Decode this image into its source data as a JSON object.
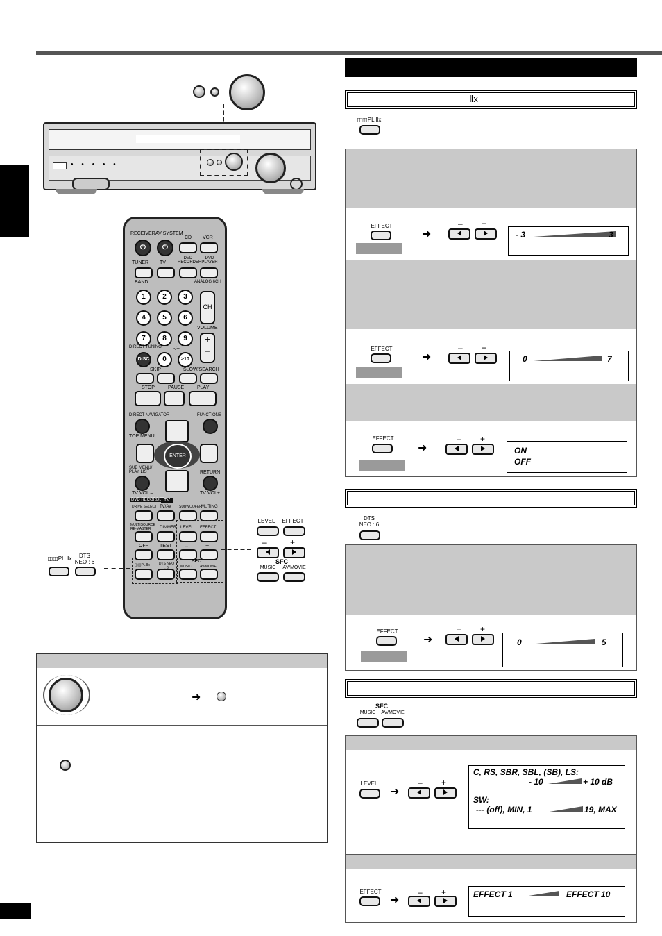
{
  "header": {
    "pl2x_title_suffix": "Ⅱx"
  },
  "buttons": {
    "pl2x": "◫◫PL Ⅱx",
    "dts_line1": "DTS",
    "dts_line2": "NEO : 6",
    "effect": "EFFECT",
    "level": "LEVEL",
    "sfc": "SFC",
    "music": "MUSIC",
    "av_movie": "AV/MOVIE",
    "minus": "–",
    "plus": "+"
  },
  "arrow": "➜",
  "pl2x_displays": [
    {
      "left": "- 3",
      "right": "3"
    },
    {
      "left": "0",
      "right": "7"
    },
    {
      "line1": "ON",
      "line2": "OFF"
    }
  ],
  "dts_display": {
    "left": "0",
    "right": "5"
  },
  "sfc_level_display": {
    "line1": "C, RS, SBR, SBL, (SB), LS:",
    "line2_left": "- 10",
    "line2_right": "+ 10 dB",
    "line3": "SW:",
    "line4_left": "--- (off), MIN, 1",
    "line4_right": "19, MAX"
  },
  "sfc_effect_display": {
    "left": "EFFECT 1",
    "right": "EFFECT 10"
  },
  "remote": {
    "receiver": "RECEIVER",
    "av_system": "AV SYSTEM",
    "cd": "CD",
    "vcr": "VCR",
    "tuner": "TUNER",
    "tv": "TV",
    "dvd_recorder": "DVD RECORDER",
    "dvd_player": "DVD PLAYER",
    "band": "BAND",
    "analog": "ANALOG 6CH",
    "digits": [
      "1",
      "2",
      "3",
      "4",
      "5",
      "6",
      "7",
      "8",
      "9"
    ],
    "ch": "CH",
    "volume": "VOLUME",
    "direct_tuning": "DIRECT TUNING",
    "disc": "DISC",
    "zero": "0",
    "ten": "≥10",
    "dash": "-/--",
    "skip": "SKIP",
    "slow_search": "SLOW/SEARCH",
    "stop": "STOP",
    "pause": "PAUSE",
    "play": "PLAY",
    "direct_navigator": "DIRECT NAVIGATOR",
    "functions": "FUNCTIONS",
    "top_menu": "TOP MENU",
    "enter": "ENTER",
    "sub_menu": "SUB MENU/ PLAY LIST",
    "return": "RETURN",
    "tv_vol_minus": "TV VOL –",
    "tv_vol_plus": "TV VOL+",
    "dvd_recorder_tag": "DVD RECORDER",
    "tv_tag": "TV",
    "drive_select": "DRIVE SELECT",
    "tv_av": "TV/AV",
    "subwoofer": "SUBWOOFER",
    "muting": "MUTING",
    "multisource": "MULTISOURCE RE-MASTER",
    "dimmer": "DIMMER",
    "level": "LEVEL",
    "effect": "EFFECT",
    "off": "OFF",
    "test": "TEST",
    "minus": "–",
    "plus": "+",
    "pl2x": "◫◫PL Ⅱx",
    "dts_neo": "DTS NEO : 6",
    "sfc": "SFC",
    "music": "MUSIC",
    "av_movie": "AV/MOVIE"
  }
}
